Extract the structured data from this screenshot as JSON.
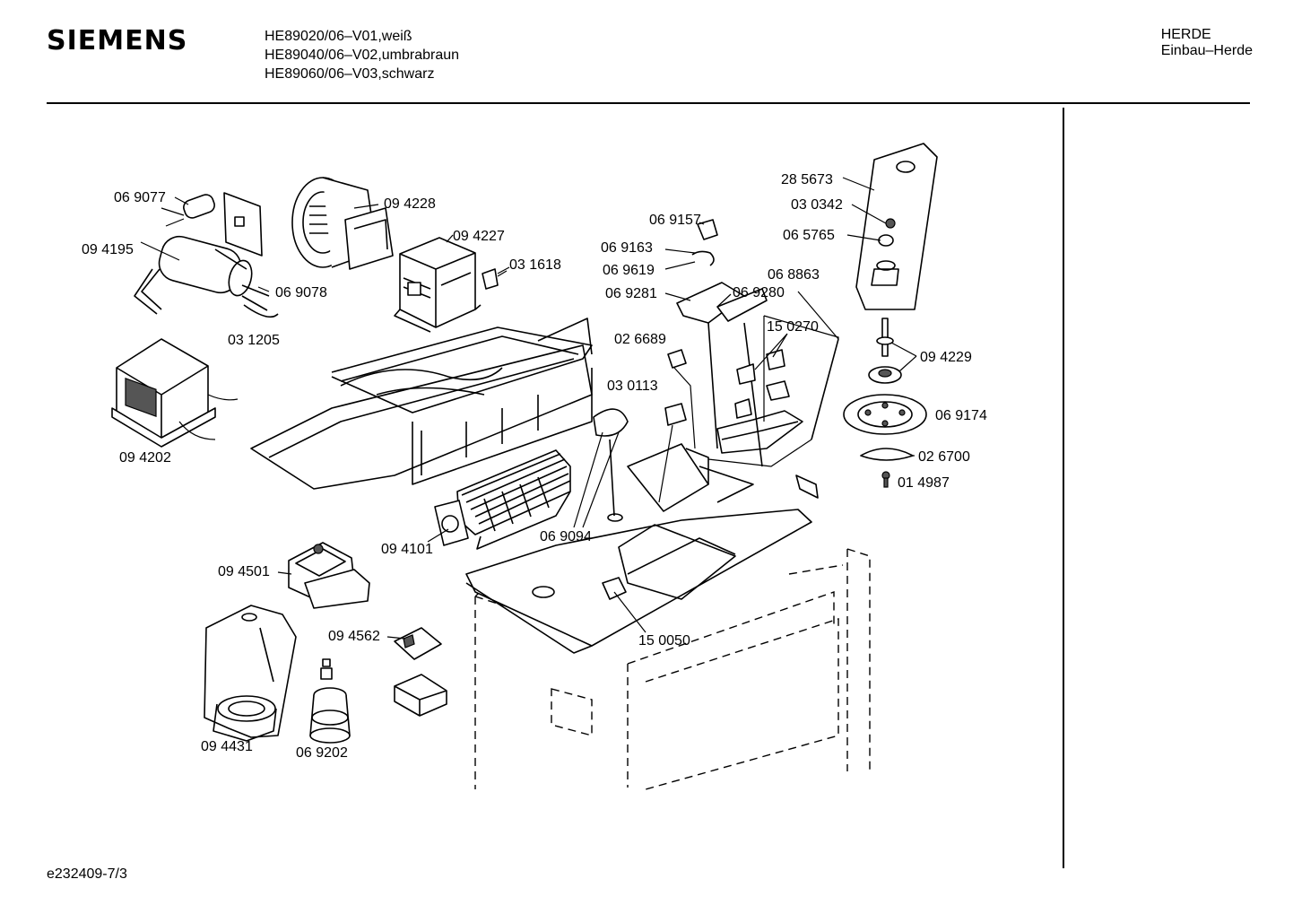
{
  "header": {
    "brand": "SIEMENS",
    "models": [
      "HE89020/06–V01,weiß",
      "HE89040/06–V02,umbrabraun",
      "HE89060/06–V03,schwarz"
    ],
    "category": [
      "HERDE",
      "Einbau–Herde"
    ]
  },
  "footer": {
    "drawing_id": "e232409-7/3"
  },
  "parts": [
    "06 9077",
    "09 4195",
    "06 9078",
    "03 1205",
    "09 4228",
    "09 4227",
    "03 1618",
    "09 4202",
    "09 4101",
    "09 4501",
    "09 4562",
    "09 4431",
    "06 9202",
    "06 9157",
    "06 9163",
    "06 9619",
    "06 9281",
    "06 9280",
    "06 8863",
    "15 0270",
    "02 6689",
    "03 0113",
    "06 9094",
    "15 0050",
    "28 5673",
    "03 0342",
    "06 5765",
    "09 4229",
    "06 9174",
    "02 6700",
    "01 4987"
  ]
}
